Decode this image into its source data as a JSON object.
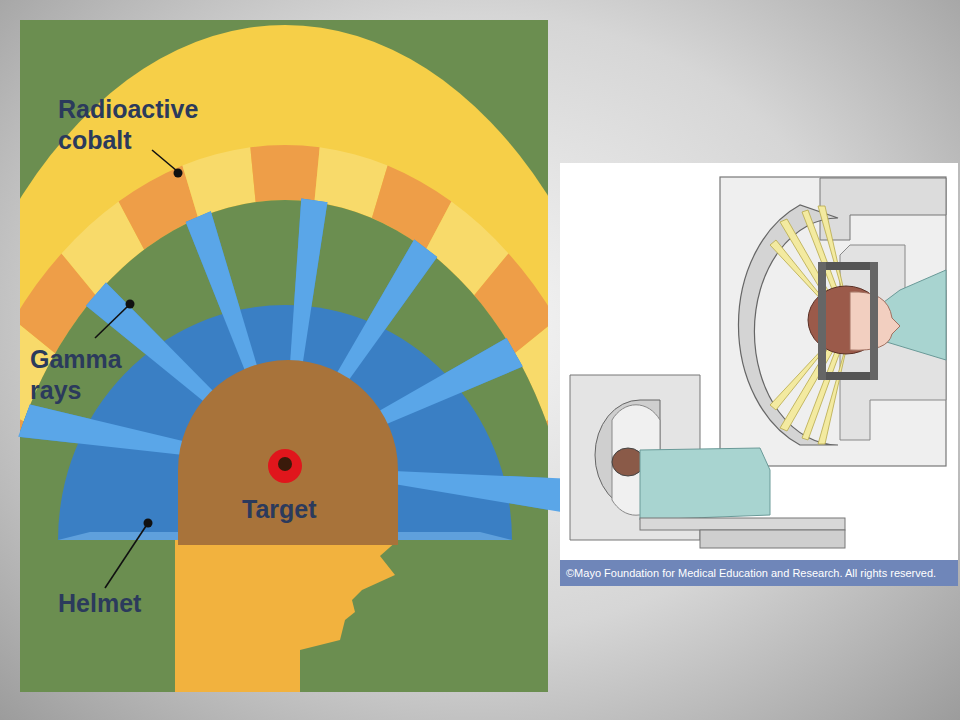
{
  "diagram": {
    "labels": [
      "Radioactive cobalt",
      "Gamma rays",
      "Target",
      "Helmet",
      "©Mayo Foundation for Medical Education and Research. All rights reserved."
    ]
  }
}
